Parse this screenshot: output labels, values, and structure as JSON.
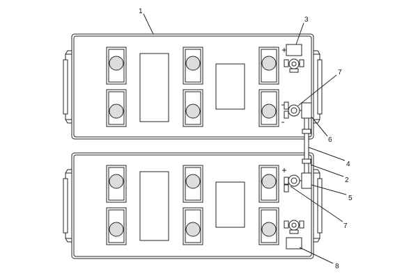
{
  "labels": {
    "case": "1",
    "cable_pos": "2",
    "clamp_top": "3",
    "strap": "4",
    "clamp_link": "5",
    "clamp_link_top": "6",
    "terminal_top": "7",
    "terminal_bottom": "7",
    "clamp_bottom": "8"
  },
  "terminal_marks": {
    "plus": "+",
    "minus": "−"
  }
}
